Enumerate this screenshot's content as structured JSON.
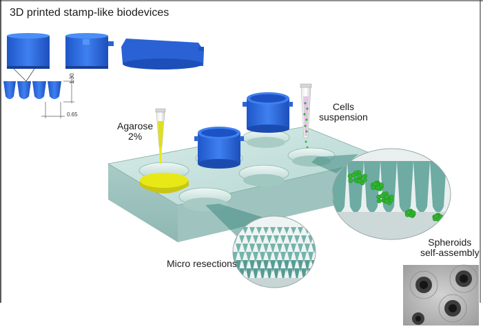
{
  "title": "3D printed stamp-like biodevices",
  "labels": {
    "agarose_line1": "Agarose",
    "agarose_line2": "2%",
    "cells_line1": "Cells",
    "cells_line2": "suspension",
    "micro": "Micro resections",
    "spheroids_line1": "Spheroids",
    "spheroids_line2": "self-assembly"
  },
  "dimensions": {
    "depth": "1.30",
    "spacing": "0.65"
  },
  "colors": {
    "stamp_blue": "#2f6de0",
    "plate": "#bcdcd8",
    "agarose_yellow": "#e9e817",
    "cell_green": "#2fb52f",
    "micrograph_gray": "#b9b9b9"
  }
}
